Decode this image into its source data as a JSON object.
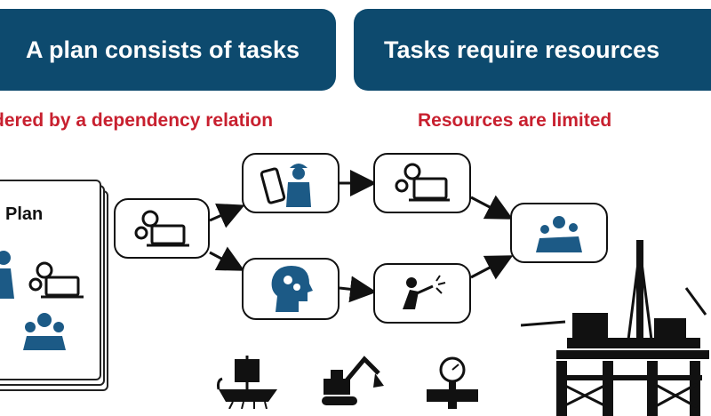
{
  "header": {
    "left_title": "A plan consists of tasks",
    "right_title": "Tasks require resources"
  },
  "subtitles": {
    "left": "dered by a dependency relation",
    "right": "Resources are limited"
  },
  "plan": {
    "label": "Plan"
  },
  "colors": {
    "navy": "#0d4a6e",
    "red": "#c8202f",
    "blue": "#1c5a86",
    "ink": "#111111"
  },
  "icons": {
    "root_task": "gears-laptop-icon",
    "task_engineer": "engineer-blueprint-icon",
    "task_thinker": "head-gears-icon",
    "task_planning": "gears-laptop-icon",
    "task_welding": "welder-icon",
    "task_meeting": "people-group-icon",
    "resource_ship": "viking-ship-icon",
    "resource_excavator": "excavator-icon",
    "resource_gauge": "pressure-gauge-icon",
    "resource_rig": "offshore-oil-rig-icon"
  }
}
